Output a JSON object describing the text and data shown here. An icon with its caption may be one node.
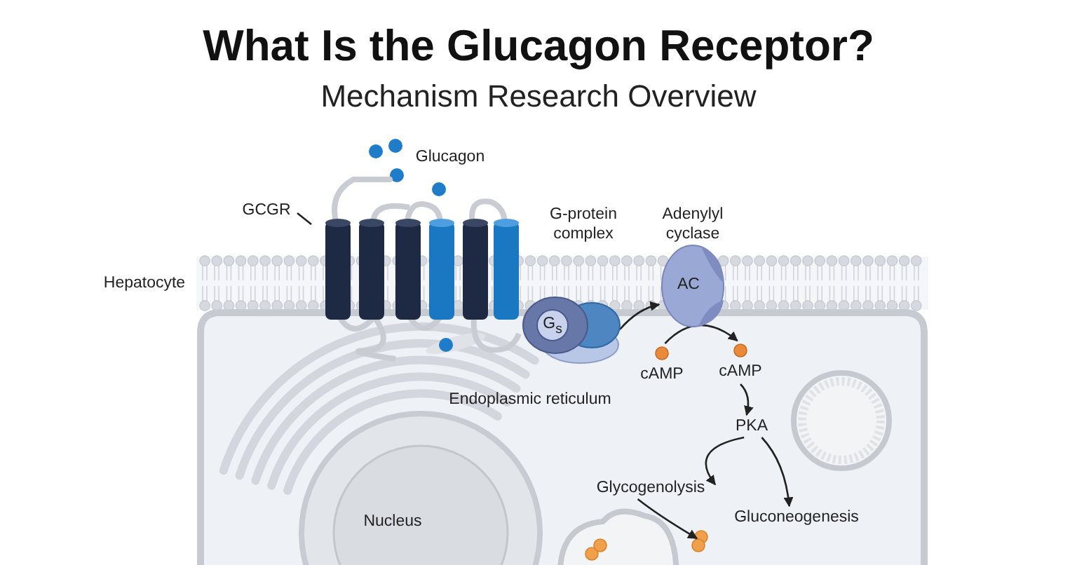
{
  "diagram": {
    "title": "What Is the Glucagon Receptor?",
    "nodes": [
      {
        "text": [
          "GCGR"
        ]
      },
      {
        "text": [],
        "shape": "picture"
      },
      {
        "text": [
          "G$_{s}$"
        ]
      },
      {
        "text": [
          "AC"
        ],
        "beside": [
          "Adenylyl cyclase"
        ]
      },
      {
        "text": [
          "cAMP"
        ]
      },
      {
        "text": [
          "cAMP"
        ]
      },
      {
        "text": [
          "PKA"
        ]
      },
      {
        "text": [
          "Glycogenolysis"
        ]
      },
      {
        "text": [
          "Gluconeogenesis"
        ]
      }
    ],
    "edges": [
      {
        "from": 0,
        "to": 1,
        "arrow": "none"
      },
      {
        "from": 2,
        "to": 3,
        "arrow": "to"
      },
      {
        "from": 4,
        "to": 5,
        "arrow": "to"
      },
      {
        "from": 5,
        "to": 6,
        "arrow": "to"
      },
      {
        "from": 6,
        "to": 7,
        "arrow": "to"
      },
      {
        "from": 6,
        "to": 8,
        "arrow": "to"
      },
      {
        "from": 7,
        "to": null,
        "arrow": "to"
      }
    ],
    "labels": [
      "Mechanism Research Overview",
      "Glucagon",
      "G-protein complex",
      "Hepatocyte",
      "Endoplasmic reticulum",
      "Nucleus"
    ]
  }
}
